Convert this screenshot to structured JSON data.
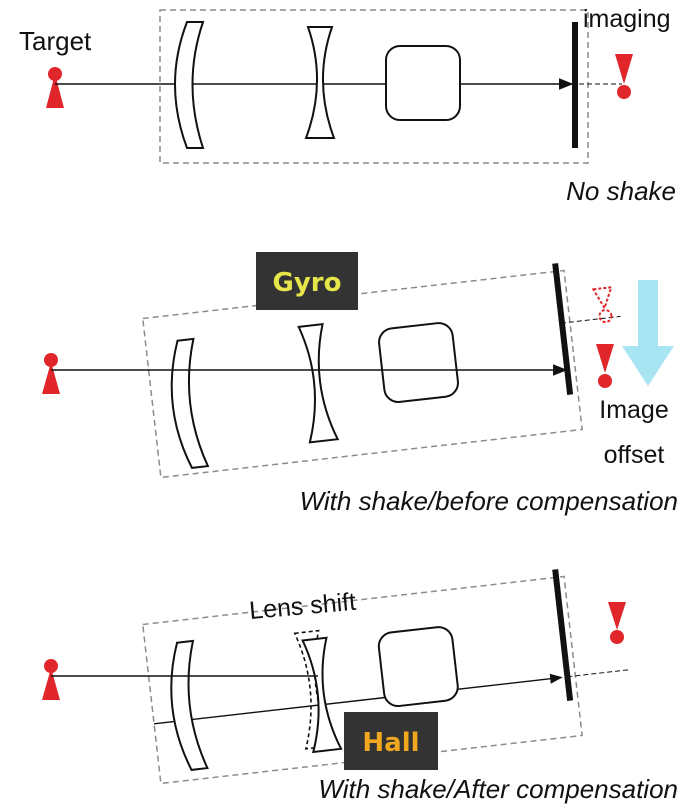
{
  "labels": {
    "target": "Target",
    "imaging": "imaging",
    "no_shake": "No shake",
    "gyro": "Gyro",
    "image_offset_line1": "Image",
    "image_offset_line2": "offset",
    "before_comp": "With shake/before compensation",
    "lens_shift": "Lens shift",
    "hall": "Hall",
    "after_comp": "With shake/After compensation"
  },
  "colors": {
    "marker_red": "#e0262b",
    "line": "#111111",
    "dashed_box": "#8c8c8c",
    "chip_bg": "#333333",
    "gyro_text": "#e6e64a",
    "hall_text": "#f2a81e",
    "arrow_cyan": "#a9e4f2"
  }
}
